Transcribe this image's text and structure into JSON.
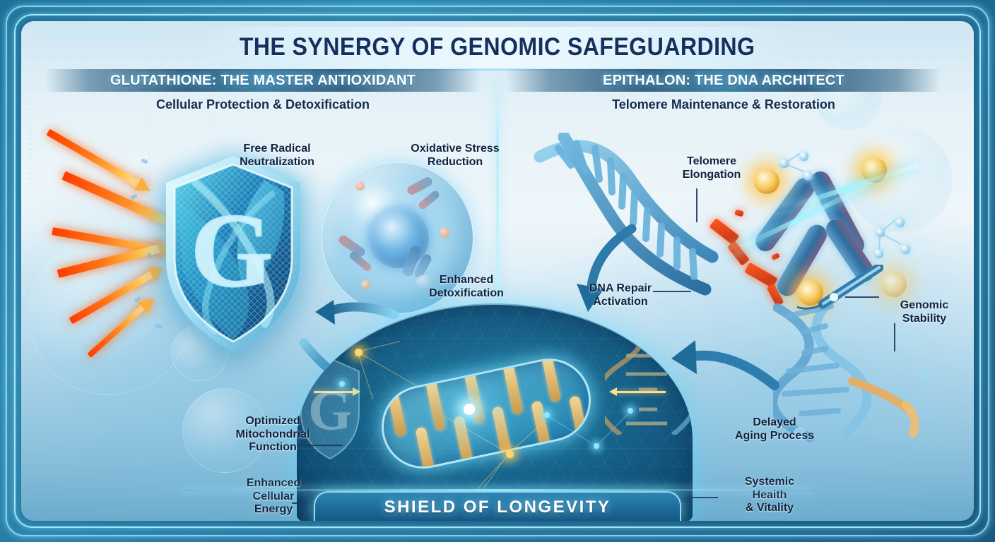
{
  "poster": {
    "main_title": "THE SYNERGY OF GENOMIC SAFEGUARDING",
    "bottom_banner": "SHIELD OF LONGEVITY",
    "accent_cyan": "#8fe8ff",
    "accent_gold": "#ffd66b",
    "accent_red": "#ff5a1a",
    "title_color": "#15305e",
    "frame_color": "#96e1ff"
  },
  "left_panel": {
    "heading": "GLUTATHIONE: THE MASTER ANTIOXIDANT",
    "subheading": "Cellular Protection & Detoxification",
    "shield_emblem": "G",
    "labels": [
      {
        "text": "Free Radical\nNeutralization"
      },
      {
        "text": "Oxidative Stress\nReduction"
      },
      {
        "text": "Enhanced\nDetoxification"
      },
      {
        "text": "Optimized\nMitochondrial\nFunction"
      },
      {
        "text": "Enhanced\nCellular\nEnergy"
      }
    ]
  },
  "right_panel": {
    "heading": "EPITHALON: THE DNA ARCHITECT",
    "subheading": "Telomere Maintenance & Restoration",
    "labels": [
      {
        "text": "Telomere\nElongation"
      },
      {
        "text": "DNA Repair\nActivation"
      },
      {
        "text": "Genomic\nStability"
      },
      {
        "text": "Delayed\nAging Process"
      },
      {
        "text": "Systemic\nHeaith\n& Vitality"
      }
    ]
  },
  "icons": {
    "shield": "shield-icon",
    "cell": "cell-icon",
    "mitochondrion": "mitochondrion-icon",
    "dna_helix": "dna-helix-icon",
    "chromosome": "chromosome-icon",
    "free_radical_bolts": "free-radical-arrows-icon",
    "flow_arrow": "curved-arrow-icon"
  }
}
